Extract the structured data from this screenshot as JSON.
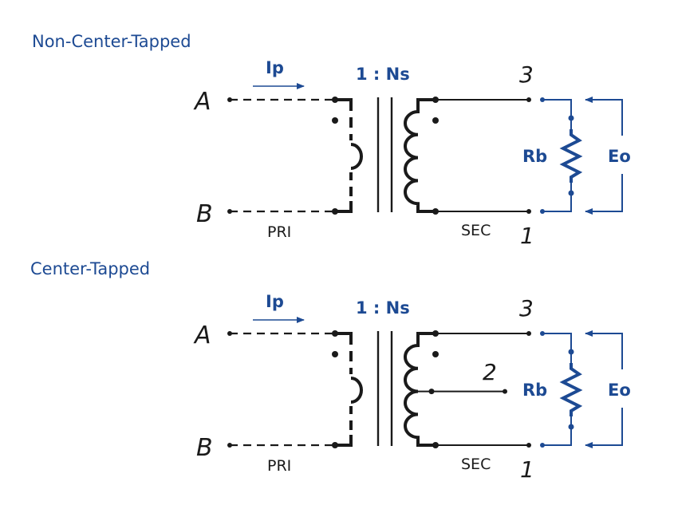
{
  "colors": {
    "accent": "#1d4a93",
    "ink": "#1a1a1a",
    "background": "#ffffff"
  },
  "diagrams": [
    {
      "title": "Non-Center-Tapped",
      "current_label": "Ip",
      "ratio_label": "1 : Ns",
      "node_a": "A",
      "node_b": "B",
      "primary_label": "PRI",
      "secondary_label": "SEC",
      "pin_top": "3",
      "pin_bottom": "1",
      "burden_label": "Rb",
      "output_label": "Eo"
    },
    {
      "title": "Center-Tapped",
      "current_label": "Ip",
      "ratio_label": "1 : Ns",
      "node_a": "A",
      "node_b": "B",
      "primary_label": "PRI",
      "secondary_label": "SEC",
      "pin_top": "3",
      "pin_center": "2",
      "pin_bottom": "1",
      "burden_label": "Rb",
      "output_label": "Eo"
    }
  ]
}
